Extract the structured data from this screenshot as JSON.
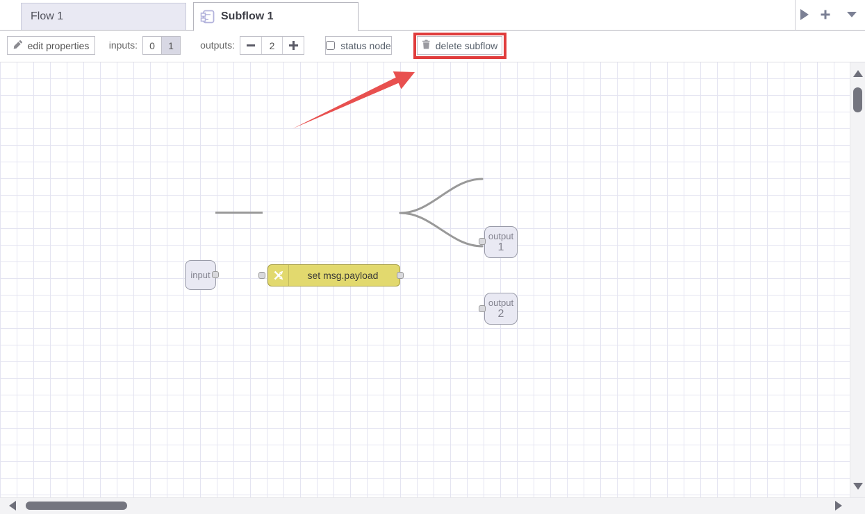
{
  "header": {
    "tabs": [
      {
        "label": "Flow 1",
        "active": false
      },
      {
        "label": "Subflow 1",
        "active": true
      }
    ],
    "icons": [
      "expand-tabs-icon",
      "add-flow-icon",
      "flow-menu-caret-icon"
    ]
  },
  "toolbar": {
    "edit_properties_label": "edit properties",
    "inputs_label": "inputs:",
    "input_options": [
      "0",
      "1"
    ],
    "selected_input": "1",
    "outputs_label": "outputs:",
    "outputs_value": "2",
    "status_node_label": "status node",
    "status_node_checked": false,
    "delete_subflow_label": "delete subflow",
    "icons": [
      "pencil-icon",
      "minus-icon",
      "plus-icon",
      "checkbox",
      "trash-icon"
    ]
  },
  "canvas": {
    "nodes": [
      {
        "type": "subflow-input",
        "label": "input"
      },
      {
        "type": "change",
        "label": "set msg.payload",
        "icon": "shuffle-icon"
      },
      {
        "type": "subflow-output",
        "label": "output",
        "number": "1"
      },
      {
        "type": "subflow-output",
        "label": "output",
        "number": "2"
      }
    ],
    "wires": [
      {
        "from": "input",
        "to": "set msg.payload"
      },
      {
        "from": "set msg.payload",
        "to": "output 1"
      },
      {
        "from": "set msg.payload",
        "to": "output 2"
      }
    ],
    "annotation": {
      "type": "red-arrow-and-highlight-box",
      "points_to": "delete subflow"
    }
  },
  "colors": {
    "change_node_fill": "#e2d96e",
    "change_node_border": "#a89f45",
    "io_node_fill": "#e9e9f3",
    "inactive_tab_fill": "#e9e9f3",
    "wire": "#999999",
    "grid_line": "#e4e4f1",
    "highlight_red": "#e03c3c",
    "arrow_red": "#e8504f",
    "selected_toggle_bg": "#d8d8e4",
    "scrollbar_thumb": "#74757f"
  }
}
